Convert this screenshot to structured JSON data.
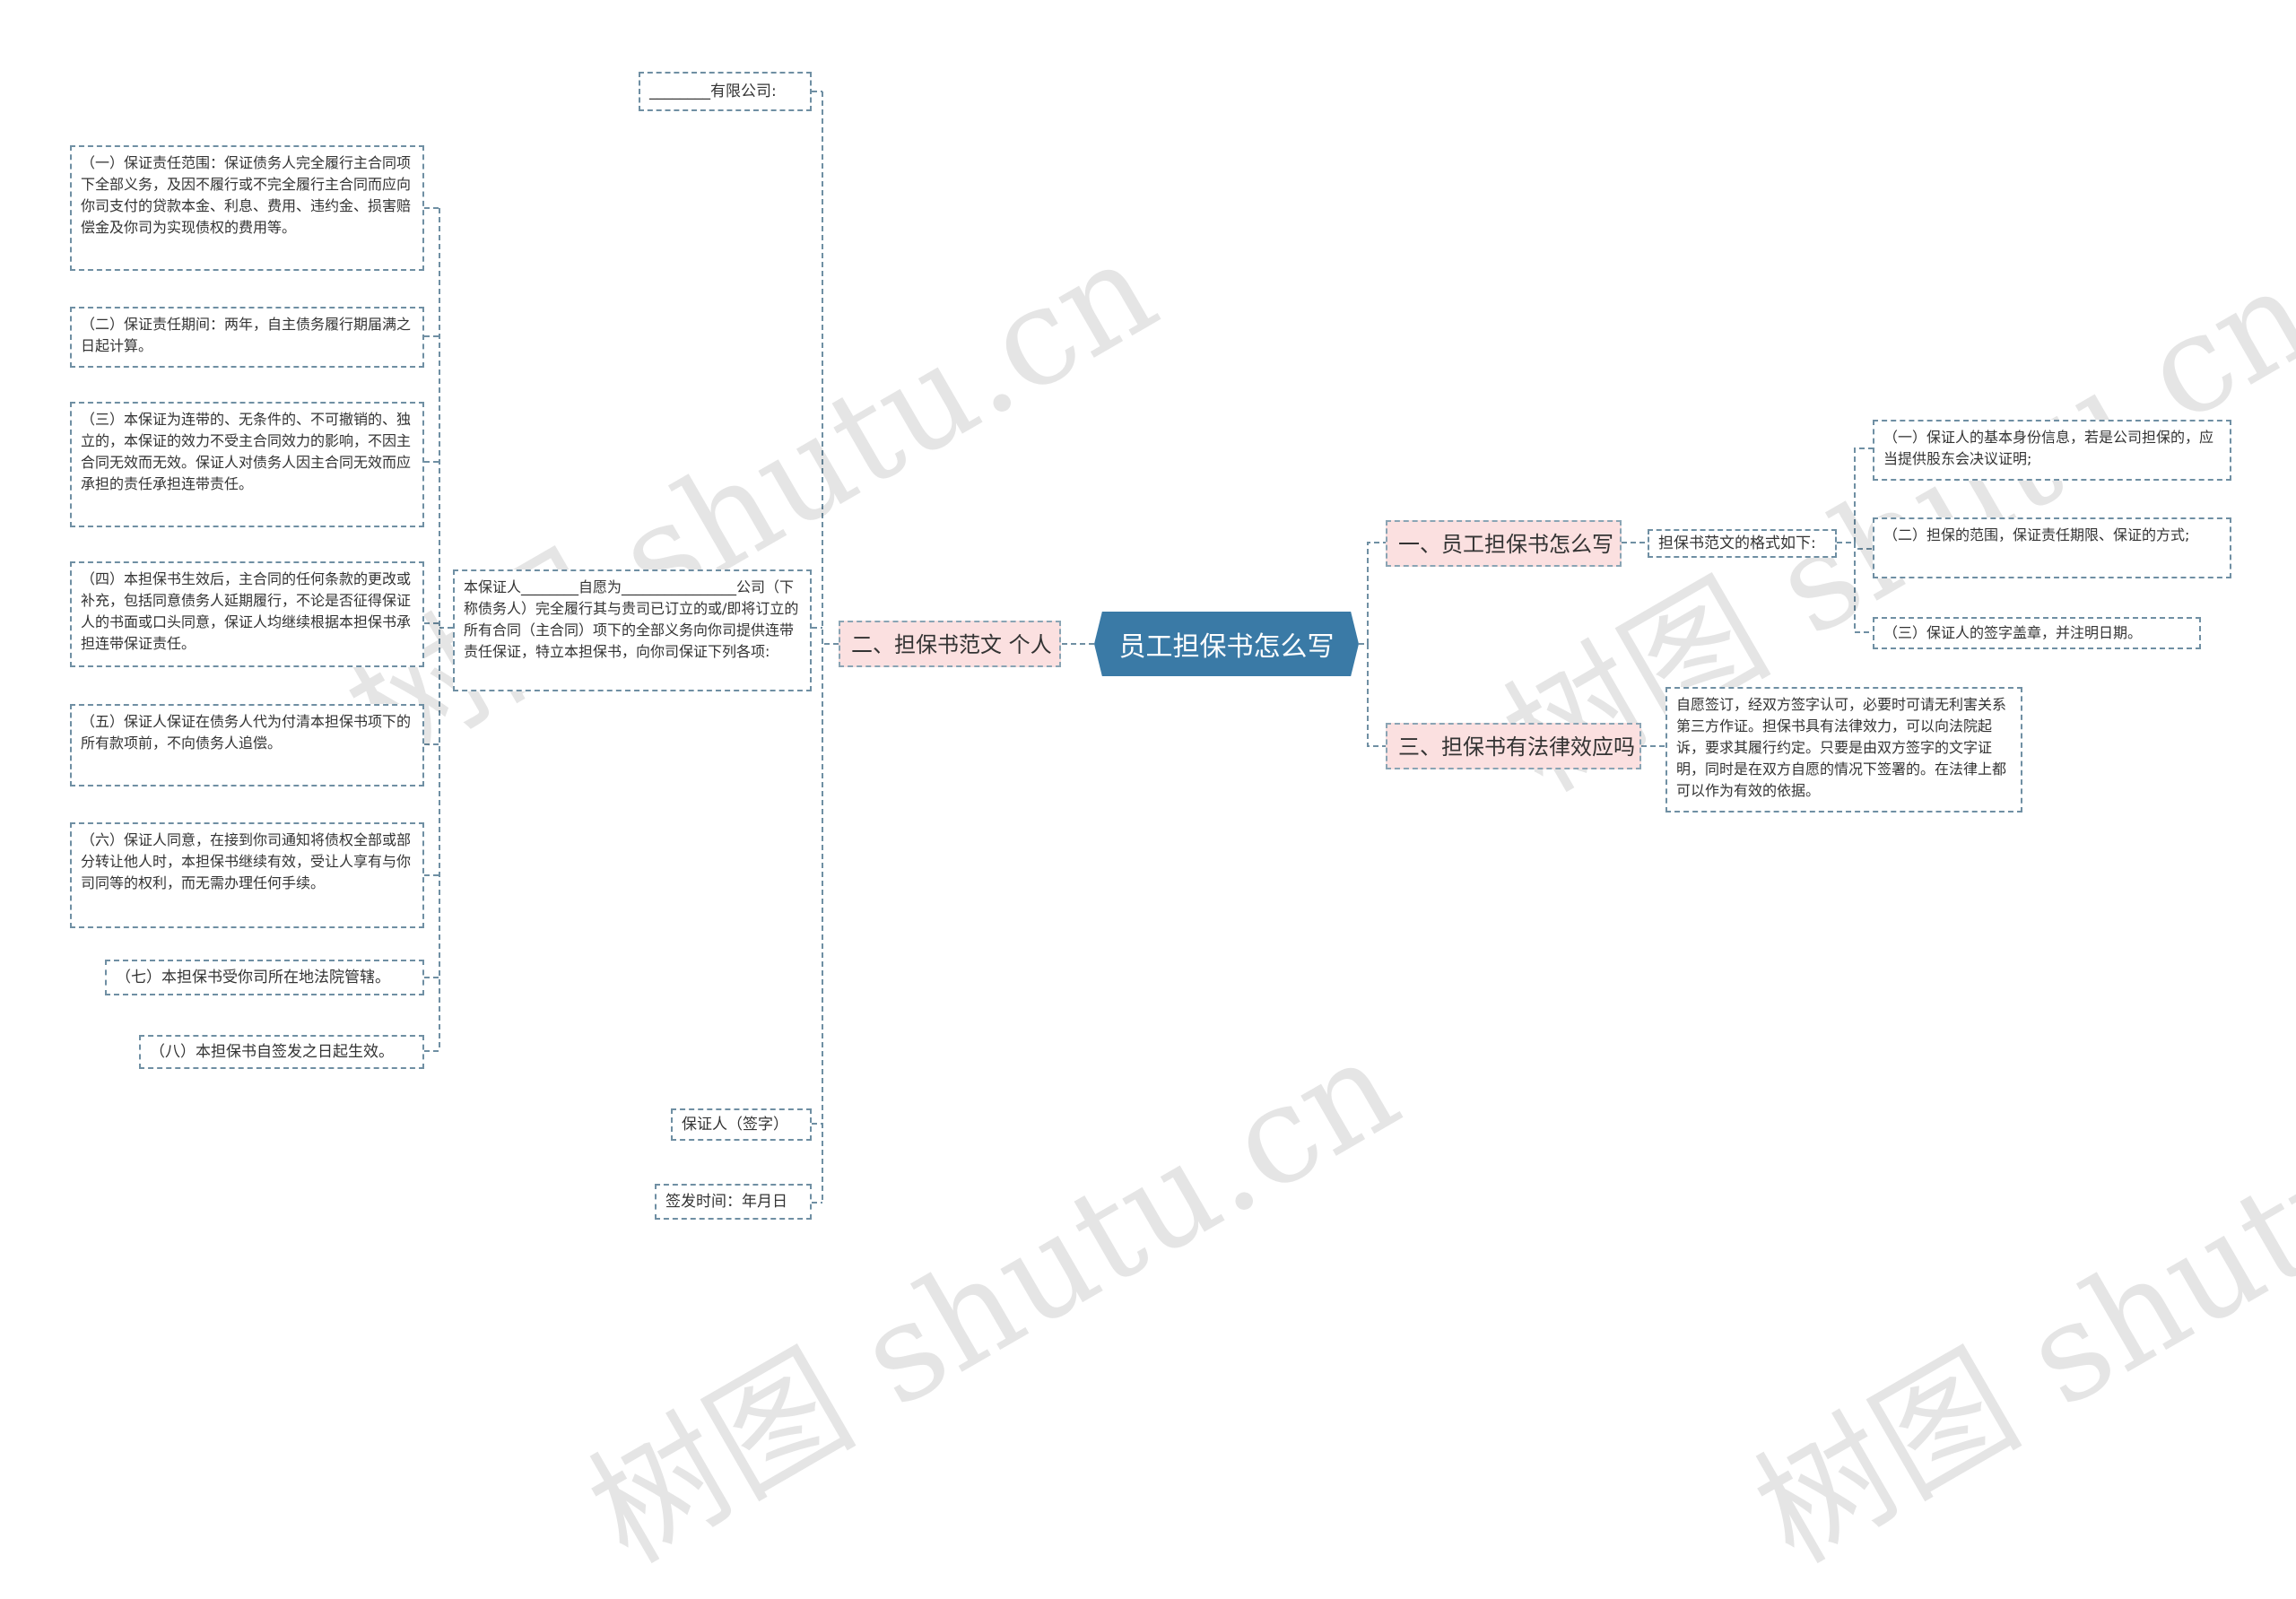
{
  "root": {
    "label": "员工担保书怎么写"
  },
  "branches": {
    "b1": {
      "label": "一、员工担保书怎么写",
      "sub": "担保书范文的格式如下:",
      "items": [
        "（一）保证人的基本身份信息，若是公司担保的，应当提供股东会决议证明;",
        "（二）担保的范围，保证责任期限、保证的方式;",
        "（三）保证人的签字盖章，并注明日期。"
      ]
    },
    "b2": {
      "label": "二、担保书范文 个人",
      "top": "________有限公司:",
      "main": "本保证人________自愿为________________公司（下称债务人）完全履行其与贵司已订立的或/即将订立的所有合同（主合同）项下的全部义务向你司提供连带责任保证，特立本担保书，向你司保证下列各项:",
      "clauses": [
        "（一）保证责任范围：保证债务人完全履行主合同项下全部义务，及因不履行或不完全履行主合同而应向你司支付的贷款本金、利息、费用、违约金、损害赔偿金及你司为实现债权的费用等。",
        "（二）保证责任期间：两年，自主债务履行期届满之日起计算。",
        "（三）本保证为连带的、无条件的、不可撤销的、独立的，本保证的效力不受主合同效力的影响，不因主合同无效而无效。保证人对债务人因主合同无效而应承担的责任承担连带责任。",
        "（四）本担保书生效后，主合同的任何条款的更改或补充，包括同意债务人延期履行，不论是否征得保证人的书面或口头同意，保证人均继续根据本担保书承担连带保证责任。",
        "（五）保证人保证在债务人代为付清本担保书项下的所有款项前，不向债务人追偿。",
        "（六）保证人同意，在接到你司通知将债权全部或部分转让他人时，本担保书继续有效，受让人享有与你司同等的权利，而无需办理任何手续。",
        "（七）本担保书受你司所在地法院管辖。",
        "（八）本担保书自签发之日起生效。"
      ],
      "sign": "保证人（签字）",
      "date": "签发时间：年月日"
    },
    "b3": {
      "label": "三、担保书有法律效应吗",
      "text": "自愿签订，经双方签字认可，必要时可请无利害关系第三方作证。担保书具有法律效力，可以向法院起诉，要求其履行约定。只要是由双方签字的文字证明，同时是在双方自愿的情况下签署的。在法律上都可以作为有效的依据。"
    }
  },
  "watermark": "树图 shutu.cn",
  "colors": {
    "root": "#3a7aa6",
    "branch": "#fbe0e0",
    "line": "#6f8fa3"
  }
}
